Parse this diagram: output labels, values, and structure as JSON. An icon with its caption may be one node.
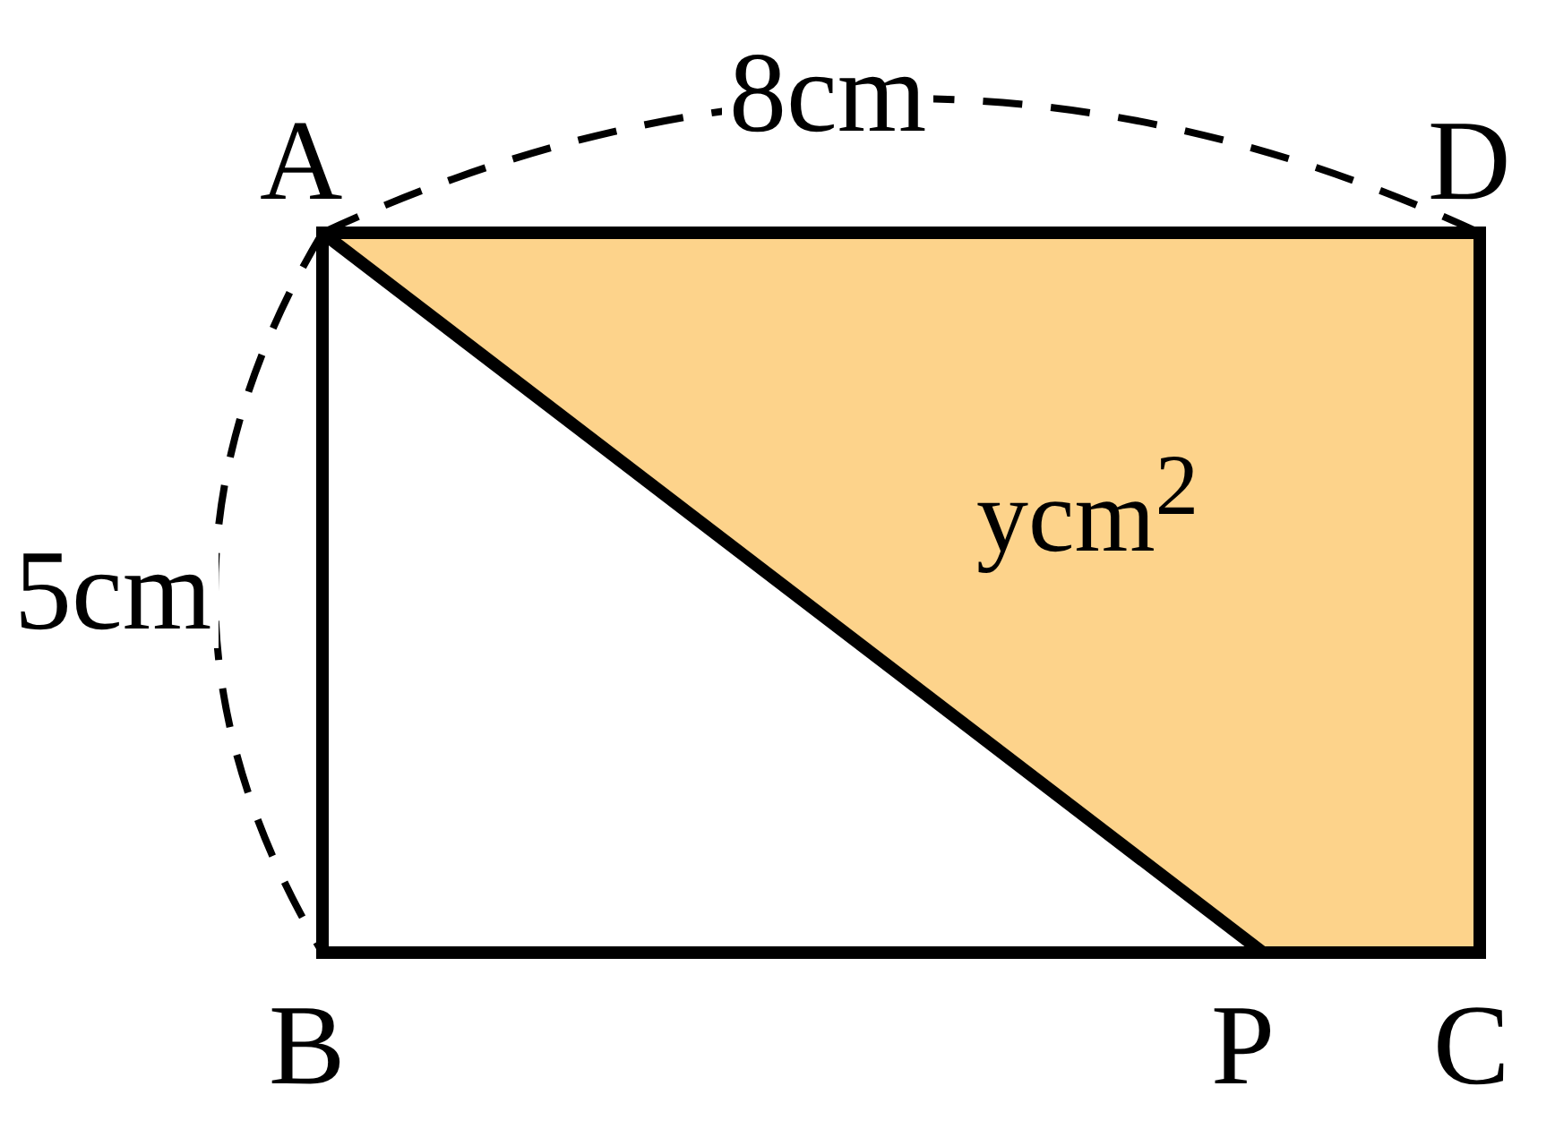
{
  "diagram": {
    "nodes": [
      {
        "text": [
          "ycm$^{2}$"
        ]
      }
    ],
    "labels": [
      "8cm",
      "A",
      "D",
      "5cm",
      "B",
      "P",
      "C"
    ]
  }
}
